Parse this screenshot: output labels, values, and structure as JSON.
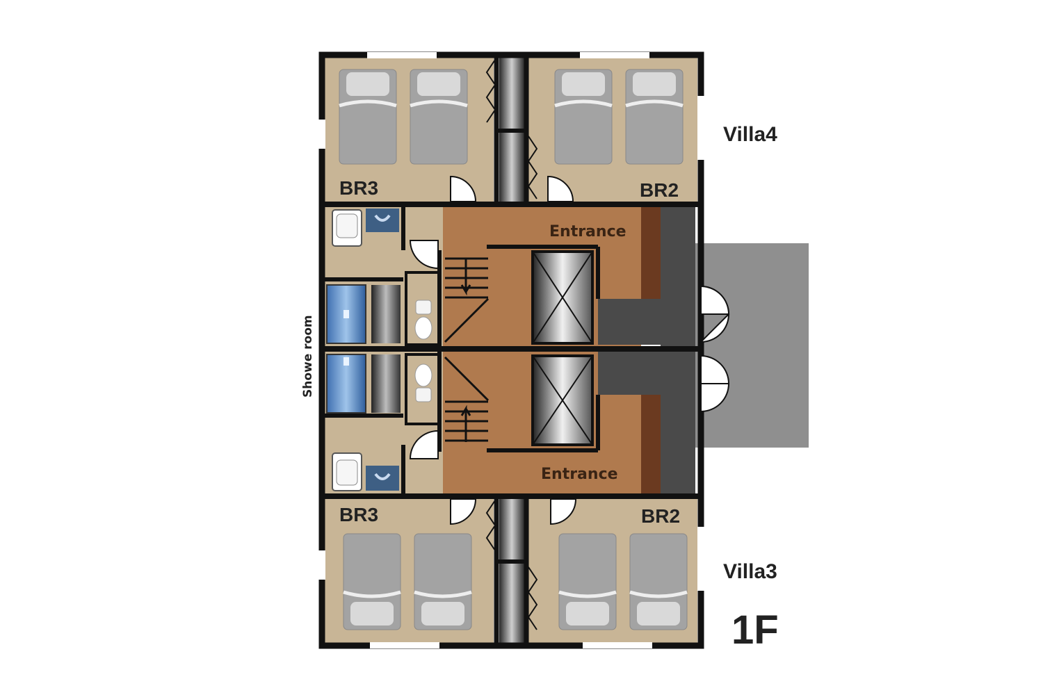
{
  "floor_label": "1F",
  "villas": {
    "upper": {
      "name": "Villa4",
      "left_room": "BR3",
      "right_room": "BR2",
      "entrance": "Entrance"
    },
    "lower": {
      "name": "Villa3",
      "left_room": "BR3",
      "right_room": "BR2",
      "entrance": "Entrance"
    }
  },
  "shower_room": "Showe room",
  "colors": {
    "bedroom_floor": "#c8b596",
    "hall_floor": "#b07a4e",
    "corridor": "#4a4a4a",
    "wall": "#111111",
    "bed": "#a3a3a3",
    "terrace": "#8f8f8f"
  }
}
